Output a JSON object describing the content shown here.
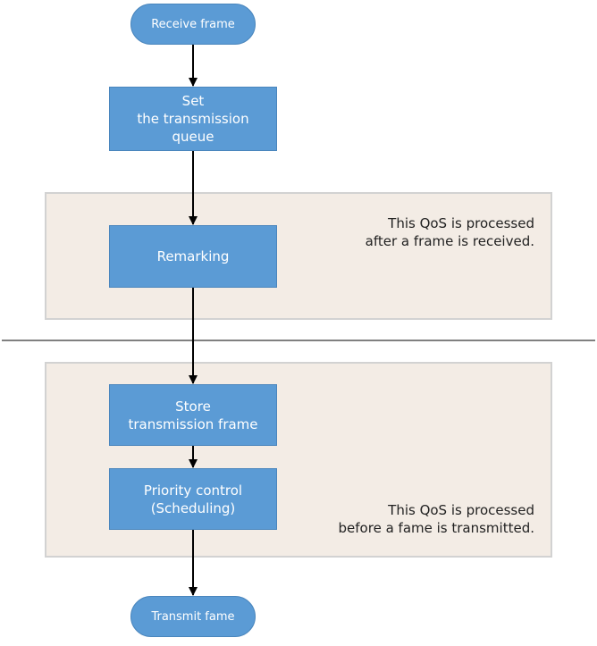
{
  "nodes": {
    "receive": "Receive frame",
    "set_queue": "Set\nthe transmission\nqueue",
    "remarking": "Remarking",
    "store": "Store\ntransmission frame",
    "priority": "Priority control\n(Scheduling)",
    "transmit": "Transmit fame"
  },
  "notes": {
    "after_received": "This QoS is processed\nafter a frame is received.",
    "before_transmitted": "This QoS is processed\nbefore a fame is transmitted."
  },
  "colors": {
    "box_fill": "#5b9bd5",
    "panel_fill": "#f3ece5",
    "divider": "#808080"
  }
}
